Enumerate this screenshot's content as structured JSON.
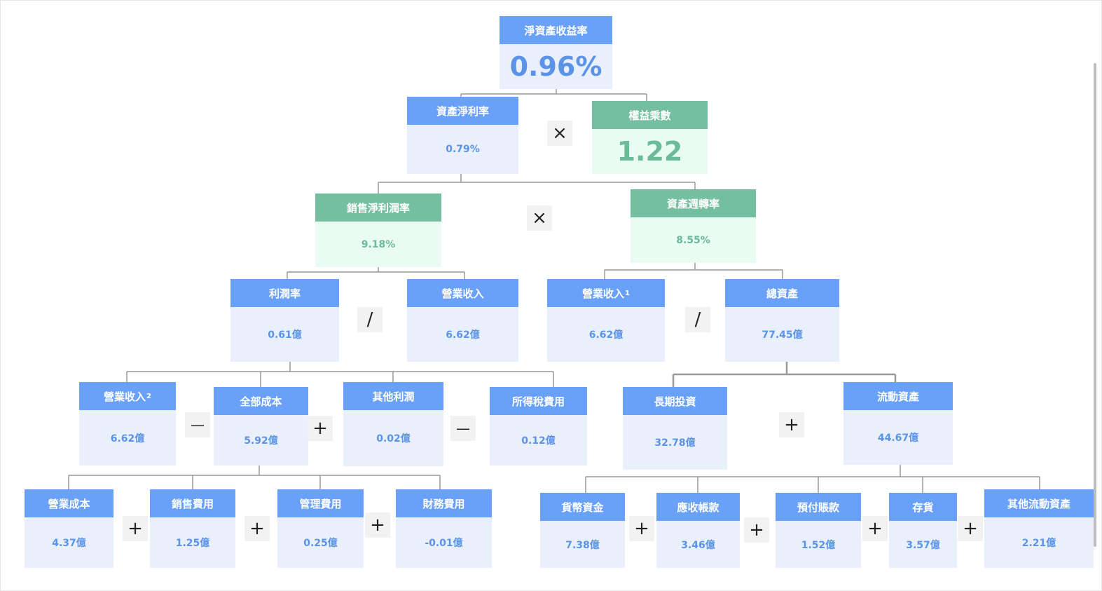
{
  "colors": {
    "header_blue": "#6aa1f8",
    "body_blue": "#eaf0fb",
    "value_blue": "#5b93e8",
    "header_green": "#74bf9f",
    "body_green": "#e9fbf3",
    "value_green": "#6cbb98",
    "connector": "#999999"
  },
  "nodes": {
    "roe": {
      "label": "淨資產收益率",
      "value": "0.96%"
    },
    "roa": {
      "label": "資產淨利率",
      "value": "0.79%"
    },
    "equity_mult": {
      "label": "權益乘數",
      "value": "1.22"
    },
    "net_margin": {
      "label": "銷售淨利潤率",
      "value": "9.18%"
    },
    "asset_turnover": {
      "label": "資產週轉率",
      "value": "8.55%"
    },
    "profit": {
      "label": "利潤率",
      "value": "0.61億"
    },
    "revenue": {
      "label": "營業收入",
      "value": "6.62億"
    },
    "revenue1": {
      "label": "營業收入",
      "label_sub": "1",
      "value": "6.62億"
    },
    "total_assets": {
      "label": "總資產",
      "value": "77.45億"
    },
    "revenue2": {
      "label": "營業收入",
      "label_sub": "2",
      "value": "6.62億"
    },
    "total_cost": {
      "label": "全部成本",
      "value": "5.92億"
    },
    "other_profit": {
      "label": "其他利潤",
      "value": "0.02億"
    },
    "income_tax": {
      "label": "所得稅費用",
      "value": "0.12億"
    },
    "long_invest": {
      "label": "長期投資",
      "value": "32.78億"
    },
    "current_assets": {
      "label": "流動資產",
      "value": "44.67億"
    },
    "op_cost": {
      "label": "營業成本",
      "value": "4.37億"
    },
    "sales_exp": {
      "label": "銷售費用",
      "value": "1.25億"
    },
    "admin_exp": {
      "label": "管理費用",
      "value": "0.25億"
    },
    "fin_exp": {
      "label": "財務費用",
      "value": "-0.01億"
    },
    "cash": {
      "label": "貨幣資金",
      "value": "7.38億"
    },
    "receivables": {
      "label": "應收帳款",
      "value": "3.46億"
    },
    "prepaid": {
      "label": "預付賬款",
      "value": "1.52億"
    },
    "inventory": {
      "label": "存貨",
      "value": "3.57億"
    },
    "other_current": {
      "label": "其他流動資產",
      "value": "2.21億"
    }
  },
  "operators": {
    "multiply": "×",
    "divide": "∕",
    "minus": "—",
    "plus": "+"
  }
}
